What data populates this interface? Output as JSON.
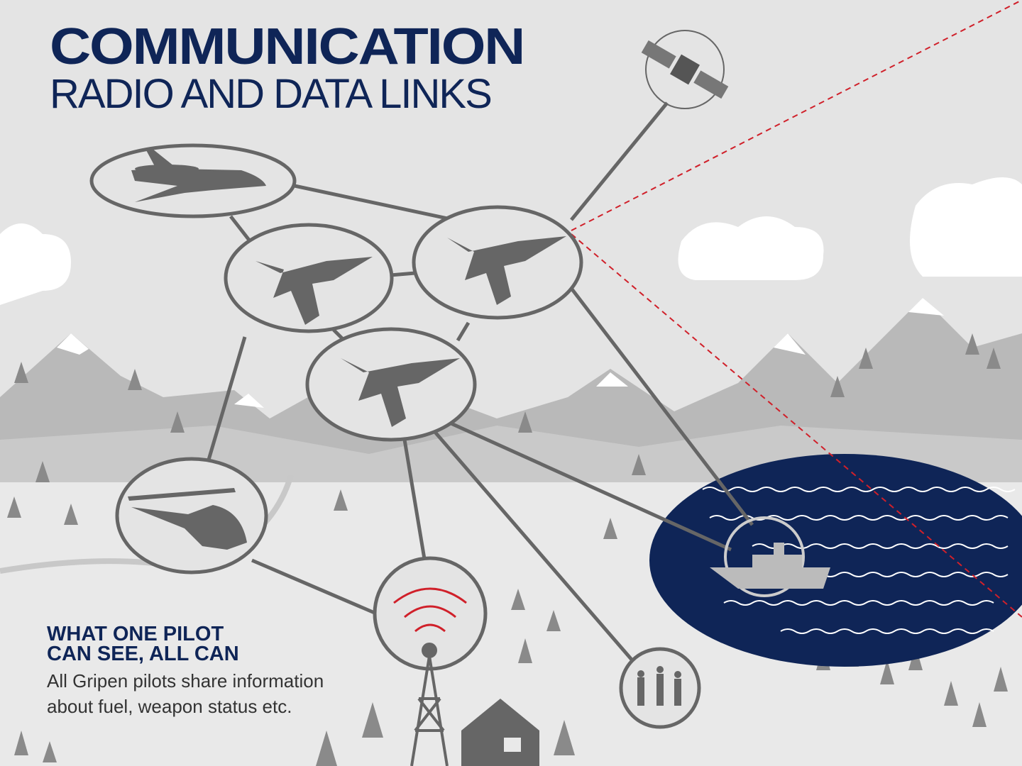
{
  "title": {
    "line1": "COMMUNICATION",
    "line2": "RADIO AND DATA LINKS"
  },
  "caption": {
    "heading1": "WHAT ONE PILOT",
    "heading2": "CAN SEE, ALL CAN",
    "body1": "All Gripen pilots share information",
    "body2": "about fuel, weapon status etc."
  },
  "colors": {
    "navy": "#0f2557",
    "node": "#666666",
    "background": "#e4e4e4",
    "laser": "#d0202a",
    "mountain": "#b9b9b9"
  },
  "nodes": [
    "awacs-aircraft",
    "gripen-1",
    "gripen-2",
    "gripen-3",
    "helicopter",
    "radio-tower",
    "ground-troops",
    "ship",
    "satellite"
  ]
}
